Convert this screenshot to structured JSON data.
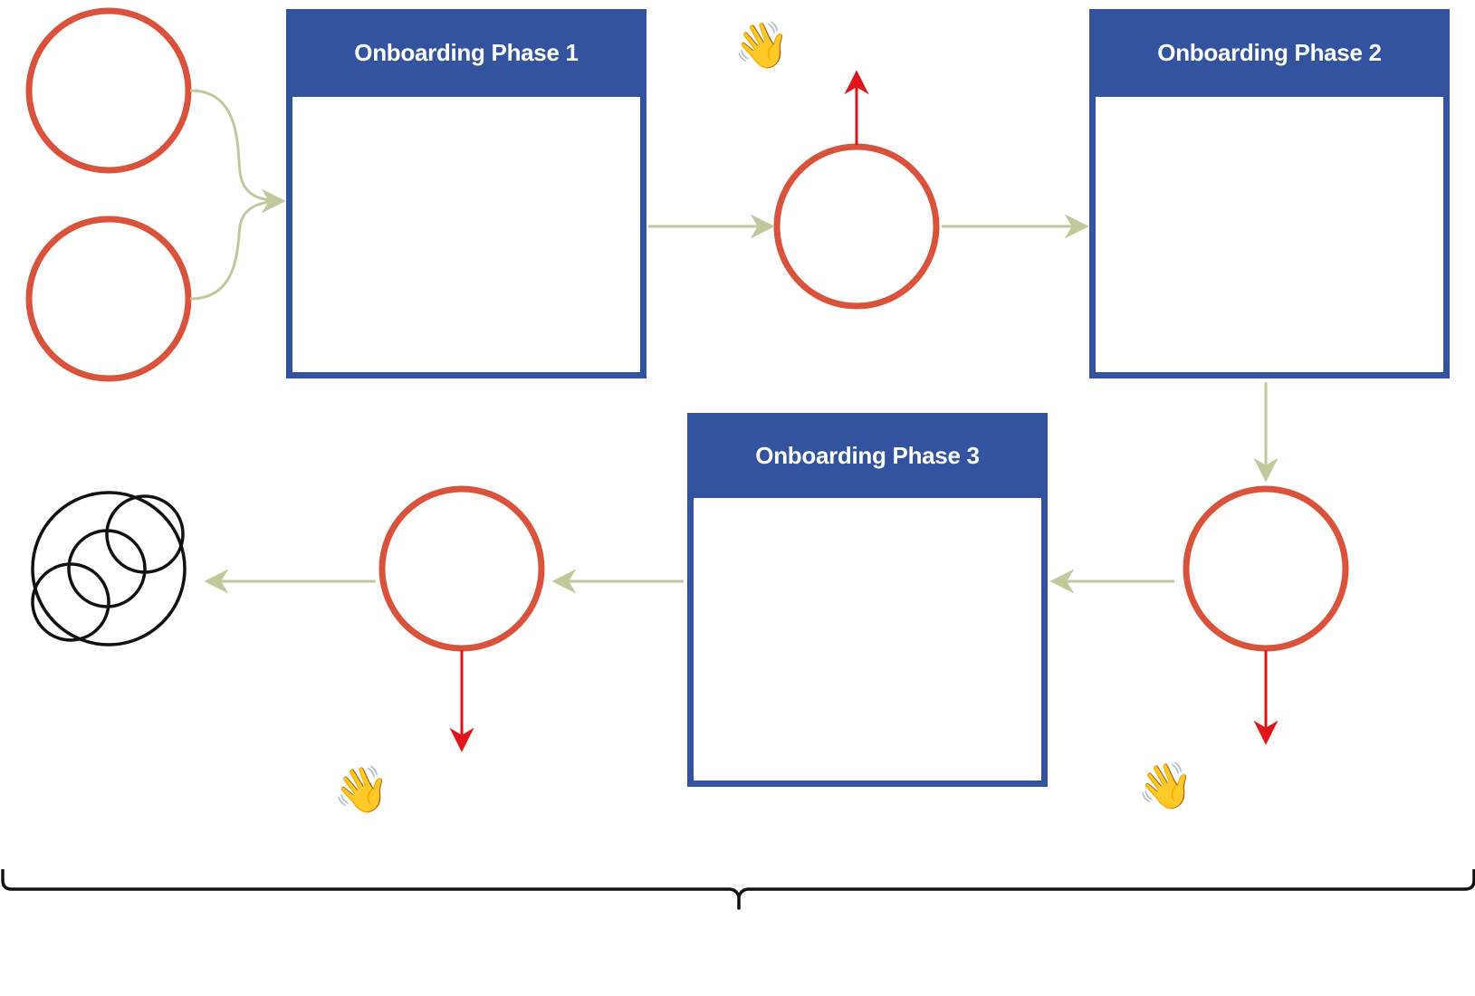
{
  "phases": [
    {
      "title": "Onboarding Phase 1"
    },
    {
      "title": "Onboarding Phase 2"
    },
    {
      "title": "Onboarding Phase 3"
    }
  ],
  "icons": {
    "wave": "waving-hand-icon",
    "logo": "overlapping-circles-icon"
  },
  "colors": {
    "phase_blue": "#34539f",
    "circle_red": "#d9533c",
    "flow_green": "#bfc99b",
    "exit_red": "#e0141b",
    "bracket_black": "#111111"
  }
}
